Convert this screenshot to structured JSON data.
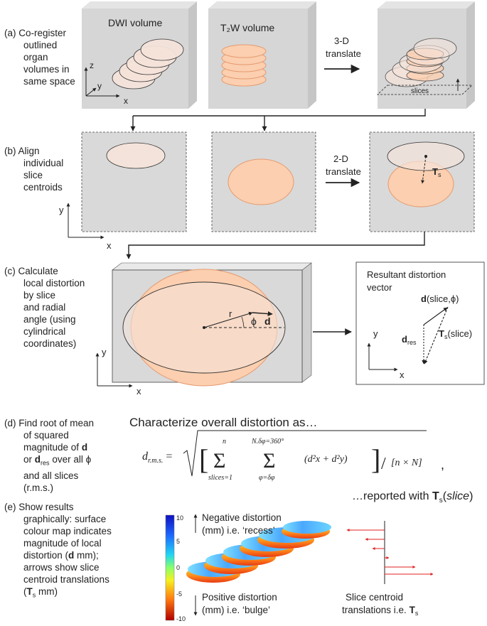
{
  "steps": {
    "a": [
      "(a) Co-register",
      "outlined",
      "organ",
      "volumes in",
      "same space"
    ],
    "b": [
      "(b) Align",
      "individual",
      "slice",
      "centroids"
    ],
    "c": [
      "(c) Calculate",
      "local distortion",
      "by slice",
      "and radial",
      "angle (using",
      "cylindrical",
      "coordinates)"
    ],
    "d": [
      "(d) Find root of mean",
      "of squared",
      "magnitude of",
      "or",
      "over all ϕ",
      "and all slices",
      "(r.m.s.)"
    ],
    "e": [
      "(e) Show results",
      "graphically: surface",
      "colour map indicates",
      "magnitude of local",
      "distortion (",
      "mm);",
      "arrows show slice",
      "centroid translations",
      "(",
      "mm)"
    ]
  },
  "volumes": {
    "dwi_label": "DWI volume",
    "t2w_label": "T₂W volume",
    "axis_x": "x",
    "axis_y": "y",
    "axis_z": "z",
    "slices_label": "slices"
  },
  "arrows": {
    "translate_3d": [
      "3-D",
      "translate"
    ],
    "translate_2d": [
      "2-D",
      "translate"
    ]
  },
  "align": {
    "vector_label": "T",
    "vector_sub": "s",
    "axis_x": "x",
    "axis_y": "y"
  },
  "distortion": {
    "r_label": "r",
    "phi_label": "ϕ",
    "d_label": "d",
    "axis_x": "x",
    "axis_y": "y"
  },
  "resultant": {
    "title": [
      "Resultant distortion",
      "vector"
    ],
    "d_label": "d",
    "d_args": "(slice,ϕ)",
    "ts_label": "T",
    "ts_sub": "s",
    "ts_args": "(slice)",
    "dres_label": "d",
    "dres_sub": "res",
    "axis_x": "x",
    "axis_y": "y"
  },
  "formula": {
    "heading": "Characterize overall distortion as…",
    "lhs": "d",
    "lhs_sub": "r.m.s.",
    "sum1_top": "n",
    "sum1_bottom": "slices=1",
    "sum2_top": "N.δφ=360°",
    "sum2_bottom": "φ=δφ",
    "term": "(d²x + d²y)",
    "divisor": "[n × N]",
    "comma": ",",
    "reported": "…reported with",
    "reported_T": "T",
    "reported_sub": "s",
    "reported_args": "slice"
  },
  "colorbar": {
    "ticks": [
      "10",
      "5",
      "0",
      "-5",
      "-10"
    ]
  },
  "legend": {
    "negative": [
      "Negative distortion",
      "(mm) i.e. ‘recess’"
    ],
    "positive": [
      "Positive distortion",
      "(mm) i.e. ‘bulge’"
    ],
    "centroid": [
      "Slice centroid",
      "translations i.e."
    ],
    "centroid_T": "T",
    "centroid_sub": "s"
  },
  "colors": {
    "box_fill": "#d9d9d9",
    "box_side": "#bdbdbd",
    "dwi_fill": "#f4e3da",
    "t2w_fill": "#fbcfb0",
    "t2w_stroke": "#e59a6e",
    "outline": "#222222",
    "red_arrow": "#e02020"
  }
}
